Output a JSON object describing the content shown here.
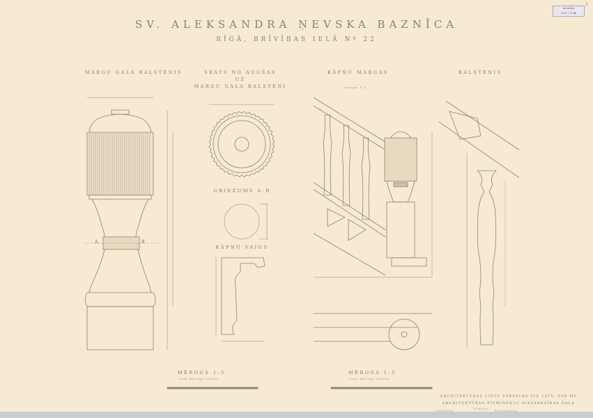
{
  "title": "SV. ALEKSANDRA ŅEVSKA BAZNĪCA",
  "subtitle": "RĪGĀ, BRĪVĪBAS IELĀ Nº 22",
  "stamp": {
    "line1": "Inventārs",
    "line2": "2331 / 11 kb",
    "corner_mark": "2"
  },
  "sections": {
    "newel_post": "MARGU GALA BALSTENIS",
    "top_view_l1": "SKATS NO AUGŠAS",
    "top_view_l2": "UZ",
    "top_view_l3": "MARGU GALA BALSTENI",
    "stair_rail": "KĀPŅU MARGAS",
    "stair_rail_scale": "mērogs 1:5",
    "baluster": "BALSTENIS",
    "section_ab": "GRIEZUMS A-B",
    "handrail": "KĀPŅU VAIGS",
    "label_a": "A",
    "label_b": "B"
  },
  "scales": {
    "left": {
      "label": "MĒROGS 1:5",
      "sub": "lielā mērogā sīkumi"
    },
    "right": {
      "label": "MĒROGS 1:5",
      "sub": "lielā mērogā sīkumi"
    }
  },
  "footer": {
    "line1": "ARCHITEKTŪRAS LIETU PĀRVALDE PIE LATV. PSR MP",
    "line2": "ARCHITEKTŪRAS PIEMINEKĻU AIZSARDZĪBAS DAĻA",
    "sig1": "Uzmērīja",
    "sig2": "Zīmēja",
    "sig3": "Pārbaudīja"
  },
  "colors": {
    "paper": "#f6ead3",
    "ink": "#7a6f62"
  }
}
